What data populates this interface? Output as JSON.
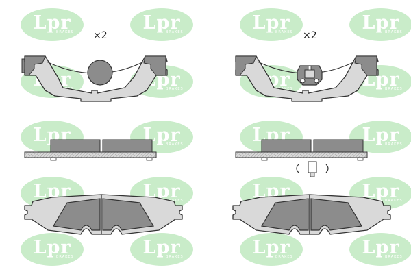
{
  "watermark": {
    "brand": "Lpr",
    "sub": "BRAKES"
  },
  "quantities": {
    "left": "×2",
    "right": "×2"
  },
  "colors": {
    "pad_fill": "#8c8c8c",
    "plate_fill": "#d9d9d9",
    "line": "#333333",
    "watermark": "#c9ecc9"
  }
}
